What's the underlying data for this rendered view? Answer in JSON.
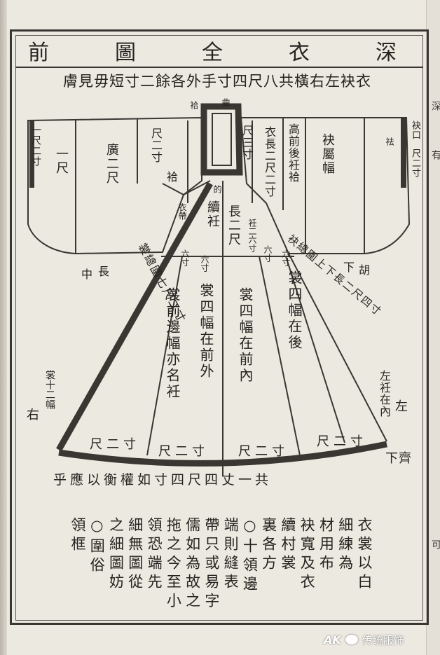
{
  "document": {
    "title": "深衣全圖前",
    "subtitle": "衣袂左右橫共八尺四寸手外各餘二寸短毋見膚",
    "body_labels": {
      "collar_top": "曲",
      "collar_left": "袷",
      "left_sleeve_edge": "一尺二寸",
      "left_sleeve_width": "廣二尺",
      "left_sleeve_length": "一尺",
      "left_cuff_inner": "尺二寸",
      "left_jin": "袷",
      "center_left_narrow": "尺三寸",
      "inner_band": "衣帶",
      "inner_lapel": "的",
      "inner_ridge": "續衽",
      "center_length": "長二尺",
      "right_body_length": "衣長二尺二寸",
      "right_sleeve_title": "袂屬幅",
      "right_sleeve_note": "高前後衽袷",
      "right_sleeve_end": "祛",
      "right_cuff_label": "袂口",
      "right_cuff_note": "尺二寸",
      "left_lower": "中",
      "left_lower_long": "長",
      "right_lower": "下",
      "right_lower_hu": "胡",
      "diag_left": "裳總圍七尺二寸",
      "diag_right": "袂總圍上下長二尺四寸",
      "skirt_top_left": "六寸",
      "skirt_top_mid": "六寸",
      "skirt_top_r1": "衽二六寸",
      "skirt_top_r2": "六寸",
      "skirt_top_r3": "六寸",
      "skirt_1": "裳前邊幅亦名衽",
      "skirt_2": "裳四幅在前外",
      "skirt_3": "裳四幅在前內",
      "skirt_4": "裳四幅在後",
      "skirt_left_outer": "裳十二幅",
      "left_edge_char": "右",
      "right_label_1": "左衽在內",
      "right_label_2": "左",
      "hem_1": "尺二寸",
      "hem_2": "尺二寸",
      "hem_3": "尺二寸",
      "hem_4": "尺二寸",
      "hem_right": "下齊",
      "hem_caption": "共一丈四尺四寸如權衡以應乎"
    },
    "notes": [
      "衣裳以白",
      "細練為",
      "材用布",
      "袂寬及衣",
      "續村裳",
      "裏各方",
      "○十領邊",
      "端則縫表",
      "帶只或易字",
      "儒如為故之",
      "拖之今至小",
      "領恐端先",
      "細無圖從",
      "之細圖妨",
      "○圍俗",
      "領框"
    ],
    "edge_chars": [
      "深",
      "有",
      "可"
    ]
  },
  "watermark": {
    "logo": "AK",
    "text": "传统服饰"
  },
  "colors": {
    "paper": "#ece9e1",
    "ink": "#262320",
    "border": "#3a3632"
  }
}
